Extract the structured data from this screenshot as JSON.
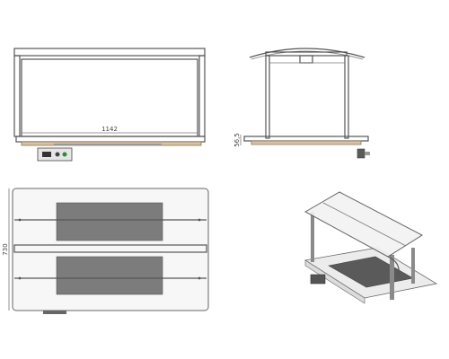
{
  "dimensions": {
    "front_width": "1142",
    "side_height": "56,5",
    "top_depth": "730"
  },
  "colors": {
    "outline": "#555555",
    "panel": "#f7f7f7",
    "base_wood": "#d9c2a3",
    "dark_insert": "#5a5a5a"
  },
  "views": [
    "front-view",
    "side-view",
    "top-view",
    "isometric-view"
  ]
}
